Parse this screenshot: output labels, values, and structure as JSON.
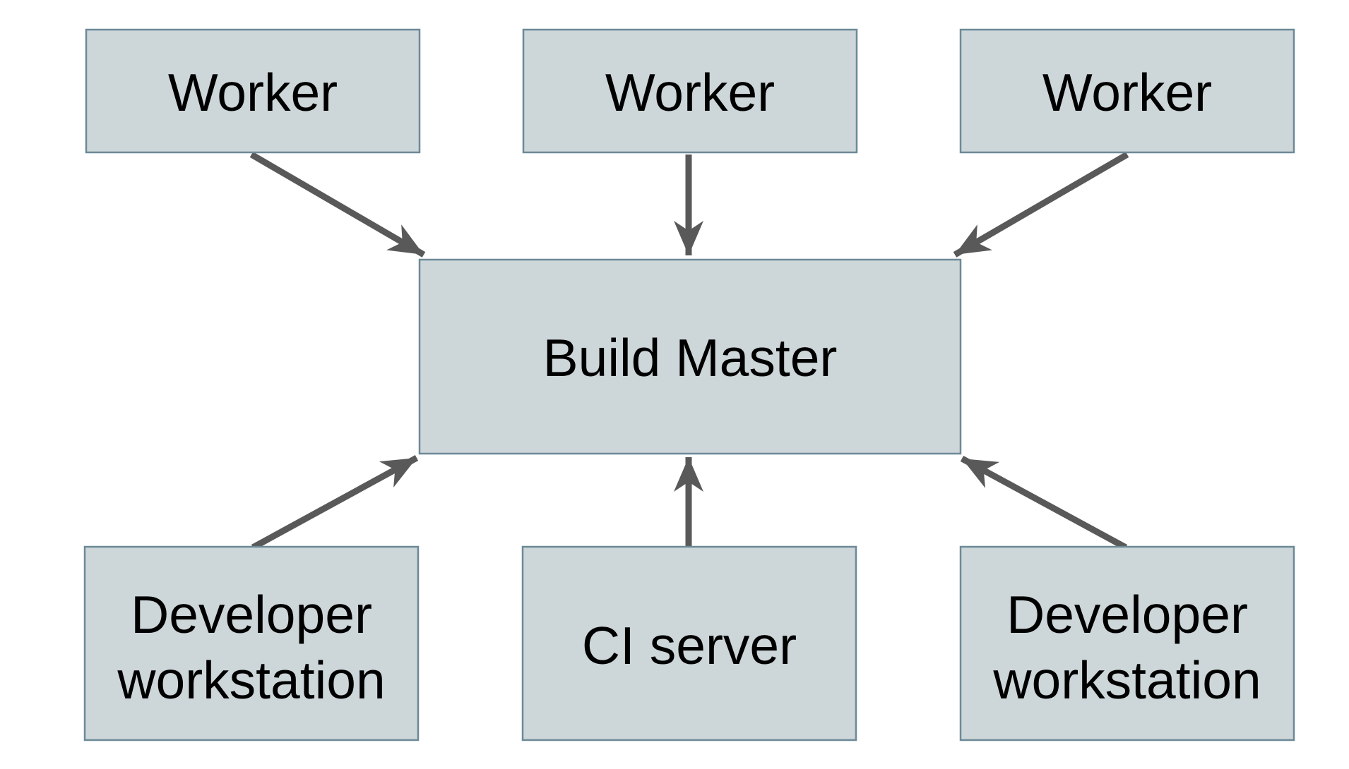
{
  "diagram": {
    "nodes": {
      "worker_left": {
        "label": "Worker"
      },
      "worker_center": {
        "label": "Worker"
      },
      "worker_right": {
        "label": "Worker"
      },
      "build_master": {
        "label": "Build Master"
      },
      "developer_left": {
        "label_line1": "Developer",
        "label_line2": "workstation"
      },
      "ci_server": {
        "label": "CI server"
      },
      "developer_right": {
        "label_line1": "Developer",
        "label_line2": "workstation"
      }
    },
    "edges": [
      {
        "from": "worker_left",
        "to": "build_master"
      },
      {
        "from": "worker_center",
        "to": "build_master"
      },
      {
        "from": "worker_right",
        "to": "build_master"
      },
      {
        "from": "developer_left",
        "to": "build_master"
      },
      {
        "from": "ci_server",
        "to": "build_master"
      },
      {
        "from": "developer_right",
        "to": "build_master"
      }
    ],
    "colors": {
      "node_fill": "#cdd6d9",
      "node_border": "#6d8997",
      "arrow": "#595959",
      "text": "#000000",
      "background": "#ffffff"
    }
  }
}
